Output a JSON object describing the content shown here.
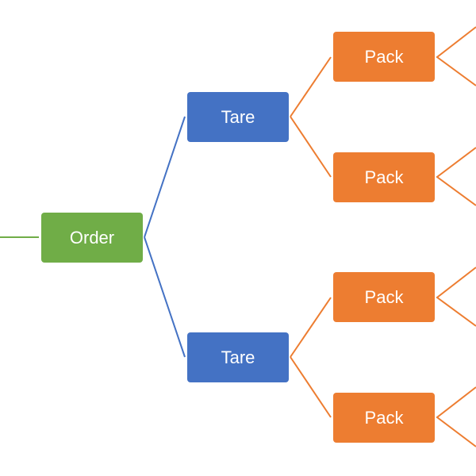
{
  "colors": {
    "order": "#70ad47",
    "tare": "#4472c4",
    "pack": "#ed7d31",
    "text": "#ffffff"
  },
  "tree": {
    "root": {
      "id": "order",
      "label": "Order",
      "level": "order"
    },
    "children": [
      {
        "id": "tare-1",
        "label": "Tare",
        "level": "tare",
        "parent": "order",
        "children": [
          {
            "id": "pack-1",
            "label": "Pack",
            "level": "pack",
            "parent": "tare-1",
            "outgoing_branches": 2
          },
          {
            "id": "pack-2",
            "label": "Pack",
            "level": "pack",
            "parent": "tare-1",
            "outgoing_branches": 2
          }
        ]
      },
      {
        "id": "tare-2",
        "label": "Tare",
        "level": "tare",
        "parent": "order",
        "children": [
          {
            "id": "pack-3",
            "label": "Pack",
            "level": "pack",
            "parent": "tare-2",
            "outgoing_branches": 2
          },
          {
            "id": "pack-4",
            "label": "Pack",
            "level": "pack",
            "parent": "tare-2",
            "outgoing_branches": 2
          }
        ]
      }
    ]
  },
  "labels": {
    "order": "Order",
    "tare_1": "Tare",
    "tare_2": "Tare",
    "pack_1": "Pack",
    "pack_2": "Pack",
    "pack_3": "Pack",
    "pack_4": "Pack"
  }
}
